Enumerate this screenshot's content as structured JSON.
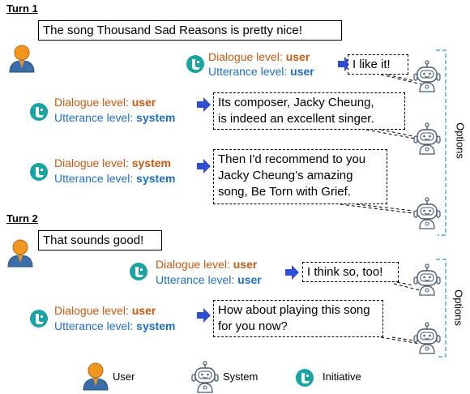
{
  "turns": [
    {
      "title": "Turn 1",
      "user_utterance": "The song Thousand Sad Reasons is pretty nice!"
    },
    {
      "title": "Turn 2",
      "user_utterance": "That sounds good!"
    }
  ],
  "options_label": "Options",
  "turn1_options": [
    {
      "dialogue_prefix": "Dialogue level: ",
      "dialogue_value": "user",
      "utterance_prefix": "Utterance level: ",
      "utterance_value": "user",
      "response": "I like it!"
    },
    {
      "dialogue_prefix": "Dialogue level: ",
      "dialogue_value": "user",
      "utterance_prefix": "Utterance level: ",
      "utterance_value": "system",
      "response_line1": "Its composer, Jacky Cheung,",
      "response_line2": "is indeed an excellent singer."
    },
    {
      "dialogue_prefix": "Dialogue level: ",
      "dialogue_value": "system",
      "utterance_prefix": "Utterance level: ",
      "utterance_value": "system",
      "response_line1": "Then I'd recommend to you",
      "response_line2": "Jacky Cheung’s amazing",
      "response_line3": "song, Be Torn with Grief."
    }
  ],
  "turn2_options": [
    {
      "dialogue_prefix": "Dialogue level: ",
      "dialogue_value": "user",
      "utterance_prefix": "Utterance level: ",
      "utterance_value": "user",
      "response": "I think so, too!"
    },
    {
      "dialogue_prefix": "Dialogue level: ",
      "dialogue_value": "user",
      "utterance_prefix": "Utterance level: ",
      "utterance_value": "system",
      "response_line1": "How about playing this song",
      "response_line2": "for you now?"
    }
  ],
  "legend": {
    "user": "User",
    "system": "System",
    "initiative": "Initiative"
  },
  "colors": {
    "dialogue": "#c55a11",
    "utterance": "#1f6fc0",
    "arrow": "#2e4fd1",
    "initiative": "#1aa3a3",
    "user_head": "#f0961e",
    "user_body": "#3b6ea8",
    "bracket": "#2aa0a8"
  }
}
